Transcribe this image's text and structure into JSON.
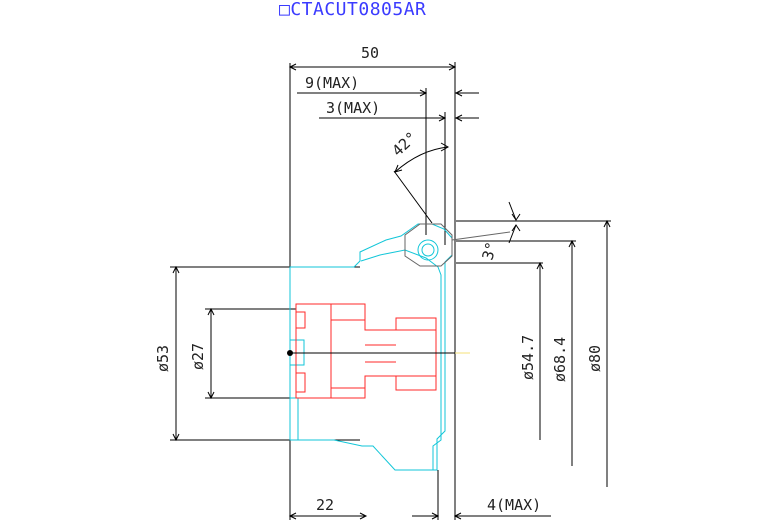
{
  "drawing": {
    "title": "□CTACUT0805AR",
    "dimensions": {
      "overall_length": "50",
      "max_9": "9(MAX)",
      "max_3": "3(MAX)",
      "angle_42": "42°",
      "angle_3": "3°",
      "diameter_53": "ø53",
      "diameter_27": "ø27",
      "diameter_54_7": "ø54.7",
      "diameter_68_4": "ø68.4",
      "diameter_80": "ø80",
      "length_22": "22",
      "max_4": "4(MAX)"
    },
    "colors": {
      "outline": "#12c6d8",
      "body": "#ff2a2a",
      "dimensions": "#000000",
      "title": "#3b3bff"
    }
  }
}
